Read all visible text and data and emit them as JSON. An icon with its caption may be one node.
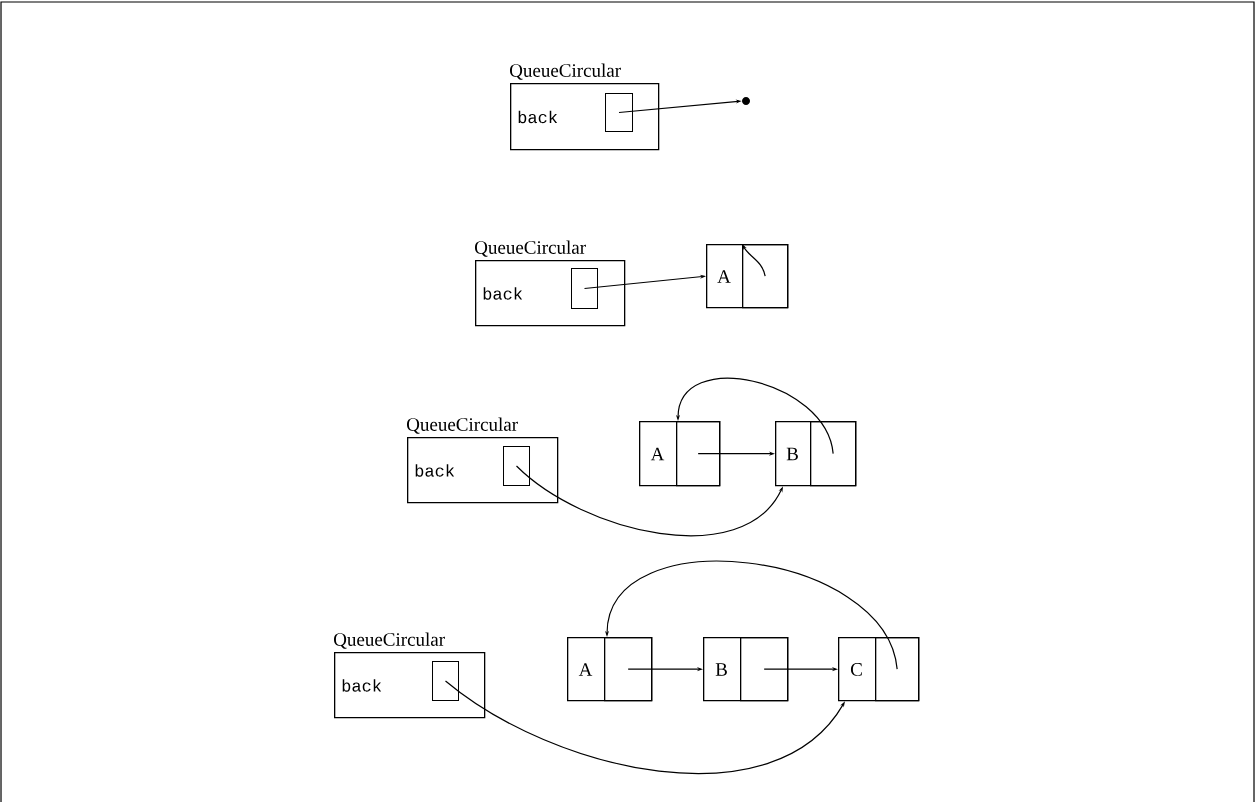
{
  "diagram": {
    "nodes": [
      {
        "text": [
          "QueueCircular",
          "back"
        ]
      },
      {
        "text": [],
        "shape": "box",
        "in": 0
      },
      {
        "text": [],
        "shape": "circle"
      },
      {
        "text": [
          "QueueCircular",
          "back"
        ]
      },
      {
        "text": [],
        "shape": "box",
        "in": 3
      },
      {
        "text": [
          "A"
        ]
      },
      {
        "text": [],
        "shape": "box",
        "in": 5
      },
      {
        "text": [
          "QueueCircular",
          "back"
        ]
      },
      {
        "text": [],
        "shape": "box",
        "in": 7
      },
      {
        "text": [
          "A"
        ]
      },
      {
        "text": [],
        "shape": "box",
        "in": 9
      },
      {
        "text": [
          "B"
        ]
      },
      {
        "text": [],
        "shape": "box",
        "in": 11
      },
      {
        "text": [
          "QueueCircular",
          "back"
        ]
      },
      {
        "text": [],
        "shape": "box",
        "in": 13
      },
      {
        "text": [
          "A"
        ]
      },
      {
        "text": [],
        "shape": "box",
        "in": 15
      },
      {
        "text": [
          "B"
        ]
      },
      {
        "text": [],
        "shape": "box",
        "in": 17
      },
      {
        "text": [
          "C"
        ]
      },
      {
        "text": [],
        "shape": "box",
        "in": 19
      }
    ],
    "edges": [
      {
        "from": 1,
        "to": 2,
        "arrow": "to"
      },
      {
        "from": 4,
        "to": 5,
        "arrow": "to"
      },
      {
        "from": 6,
        "to": 5,
        "arrow": "to"
      },
      {
        "from": 10,
        "to": 11,
        "arrow": "to"
      },
      {
        "from": 12,
        "to": 9,
        "arrow": "to"
      },
      {
        "from": 8,
        "to": 11,
        "arrow": "to"
      },
      {
        "from": 16,
        "to": 17,
        "arrow": "to"
      },
      {
        "from": 18,
        "to": 19,
        "arrow": "to"
      },
      {
        "from": 20,
        "to": 15,
        "arrow": "to"
      },
      {
        "from": 14,
        "to": 19,
        "arrow": "to"
      }
    ]
  }
}
